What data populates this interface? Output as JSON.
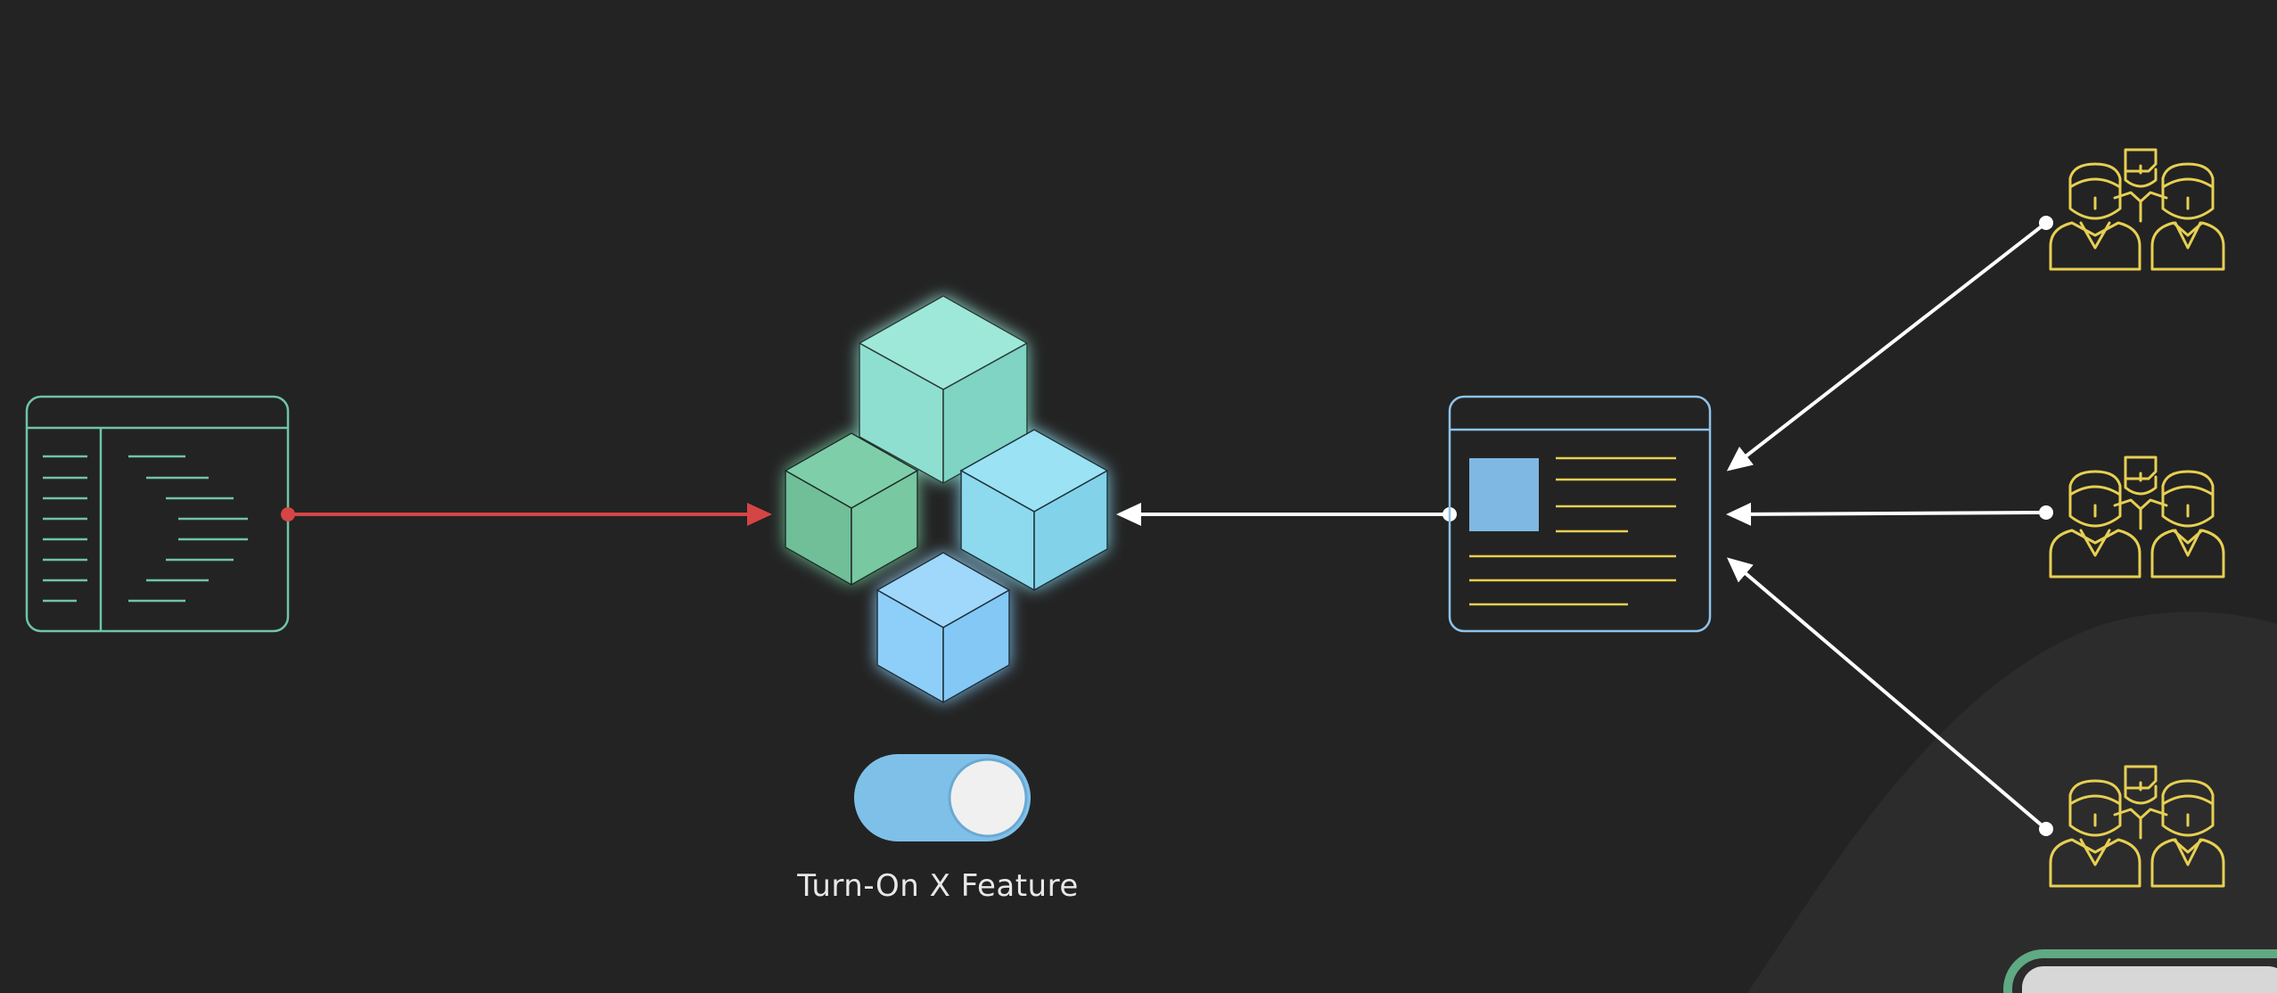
{
  "toggle": {
    "label": "Turn-On X Feature",
    "state": "on"
  },
  "nodes": [
    {
      "id": "source-code-editor",
      "icon": "code-editor-icon"
    },
    {
      "id": "feature-cubes",
      "icon": "cubes-icon"
    },
    {
      "id": "web-app",
      "icon": "web-page-icon"
    },
    {
      "id": "user-group-1",
      "icon": "users-group-icon"
    },
    {
      "id": "user-group-2",
      "icon": "users-group-icon"
    },
    {
      "id": "user-group-3",
      "icon": "users-group-icon"
    }
  ],
  "edges": [
    {
      "from": "source-code-editor",
      "to": "feature-cubes",
      "color": "#d64545"
    },
    {
      "from": "web-app",
      "to": "feature-cubes",
      "color": "#ffffff"
    },
    {
      "from": "user-group-1",
      "to": "web-app",
      "color": "#ffffff"
    },
    {
      "from": "user-group-2",
      "to": "web-app",
      "color": "#ffffff"
    },
    {
      "from": "user-group-3",
      "to": "web-app",
      "color": "#ffffff"
    }
  ],
  "colors": {
    "background": "#232323",
    "editor_outline": "#6fc4a6",
    "browser_outline": "#8fc2e8",
    "users_outline": "#e7cf52",
    "toggle_track": "#7fc0e9",
    "toggle_knob": "#f0f0f0",
    "arrow_red": "#d64545",
    "arrow_white": "#ffffff"
  }
}
